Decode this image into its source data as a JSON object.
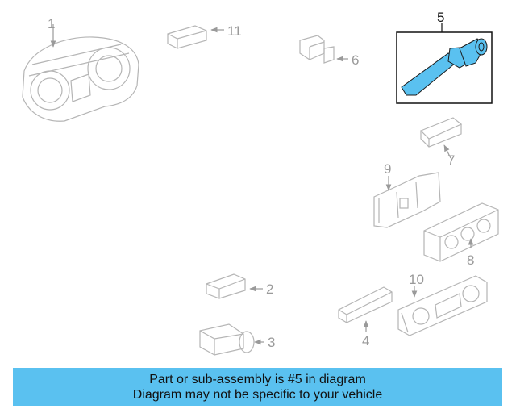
{
  "callouts": {
    "c1": "1",
    "c2": "2",
    "c3": "3",
    "c4": "4",
    "c5": "5",
    "c6": "6",
    "c7": "7",
    "c8": "8",
    "c9": "9",
    "c10": "10",
    "c11": "11"
  },
  "highlighted_part": "5",
  "colors": {
    "highlight_fill": "#5ac1f0",
    "outline": "#b5b5b5",
    "banner_bg": "#5ac1f0"
  },
  "banner": {
    "line1": "Part or sub-assembly is #5 in diagram",
    "line2": "Diagram may not be specific to your vehicle"
  }
}
